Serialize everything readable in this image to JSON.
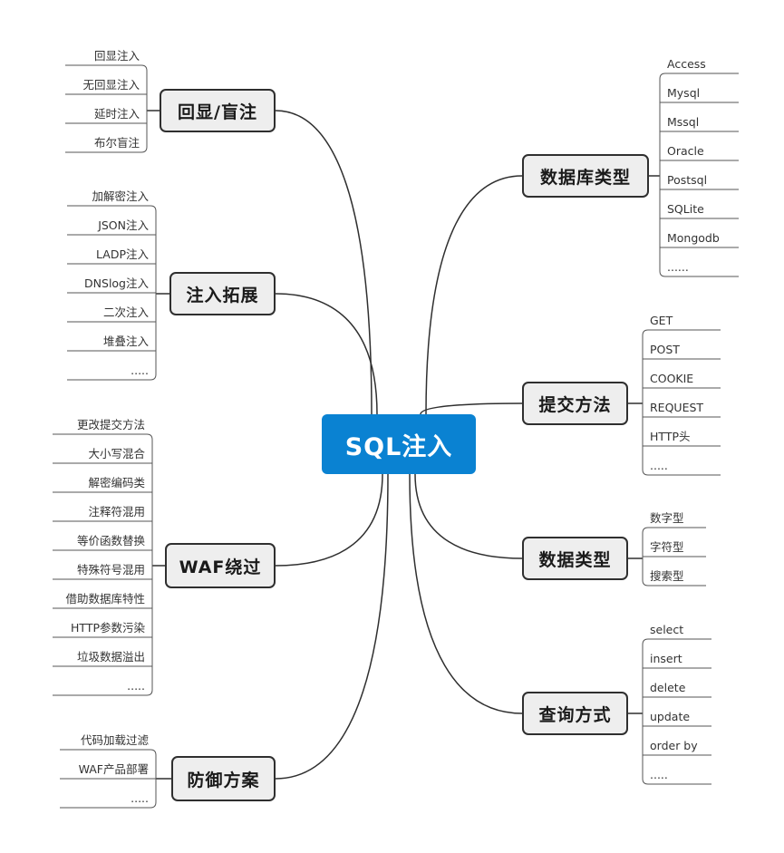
{
  "root": {
    "label": "SQL注入"
  },
  "branches": [
    {
      "label": "回显/盲注",
      "side": "left",
      "items": [
        "回显注入",
        "无回显注入",
        "延时注入",
        "布尔盲注"
      ]
    },
    {
      "label": "注入拓展",
      "side": "left",
      "items": [
        "加解密注入",
        "JSON注入",
        "LADP注入",
        "DNSlog注入",
        "二次注入",
        "堆叠注入",
        "....."
      ]
    },
    {
      "label": "WAF绕过",
      "side": "left",
      "items": [
        "更改提交方法",
        "大小写混合",
        "解密编码类",
        "注释符混用",
        "等价函数替换",
        "特殊符号混用",
        "借助数据库特性",
        "HTTP参数污染",
        "垃圾数据溢出",
        "....."
      ]
    },
    {
      "label": "防御方案",
      "side": "left",
      "items": [
        "代码加载过滤",
        "WAF产品部署",
        "....."
      ]
    },
    {
      "label": "数据库类型",
      "side": "right",
      "items": [
        "Access",
        "Mysql",
        "Mssql",
        "Oracle",
        "Postsql",
        "SQLite",
        "Mongodb",
        "......"
      ]
    },
    {
      "label": "提交方法",
      "side": "right",
      "items": [
        "GET",
        "POST",
        "COOKIE",
        "REQUEST",
        "HTTP头",
        "....."
      ]
    },
    {
      "label": "数据类型",
      "side": "right",
      "items": [
        "数字型",
        "字符型",
        "搜索型"
      ]
    },
    {
      "label": "查询方式",
      "side": "right",
      "items": [
        "select",
        "insert",
        "delete",
        "update",
        "order by",
        "....."
      ]
    }
  ],
  "colors": {
    "root_fill": "#0a82d2",
    "branch_fill": "#eeeeee",
    "line": "#2f2f2f",
    "leaf_line": "#555555"
  }
}
